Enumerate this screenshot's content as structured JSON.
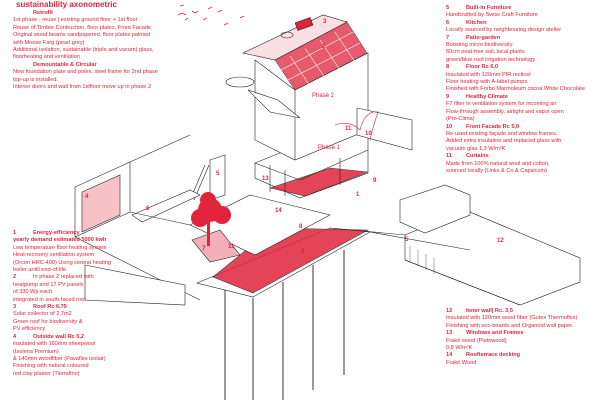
{
  "title": "sustainability axonometric",
  "left_top": {
    "retrofit": {
      "heading": "Retrofit",
      "lines": [
        "1st phase - reuse |  existing ground floor + 1st floor",
        "Reuse of Timber Contruction, floor plates, Front Facade",
        "Original wood beams sandpapered, floor plates painted",
        "with Moose Farg (pearl grey)",
        "Additional isolation, sustainable (triple and vacum) glass,",
        "floorheating and ventilation"
      ]
    },
    "demountable": {
      "heading": "Demountable & Circular",
      "lines": [
        "New foundation plate and poles, steel frame for 2nd phase",
        "top-up is installed.",
        "Interior doors and wall from 1stfloor move up  in phase 2"
      ]
    }
  },
  "left_bottom": [
    {
      "num": "1",
      "heading": "Energy-efficiency",
      "subheading": "yearly demand estimated 5000 kwh",
      "lines": [
        "Low temperature floor heating system",
        "Heat-recovery ventilation system",
        "(Orcon HRC-400) Using central heating",
        "boiler untill end-of-life."
      ]
    },
    {
      "num": "2",
      "heading": "In phase 2 replaced  with",
      "lines": [
        "heatpump and 17 PV panels",
        "of 330 Wp each",
        "integrated in south-faced roof"
      ]
    },
    {
      "num": "3",
      "heading": "Roof Rc 6,75",
      "lines": [
        "Solar collector of 2,7m2",
        "Green roof for biodiversity &",
        "PV efficiency"
      ]
    },
    {
      "num": "4",
      "heading": "Outside wall Rc 5,2",
      "lines": [
        "insulated with 160mm sheepwool",
        "(Isolena Premium)",
        "& 140mm woodfiber (Pavaflex isolair)",
        "Finishing with natural coloured",
        "red clay plaster (Tierrafino)"
      ]
    }
  ],
  "right_top": [
    {
      "num": "5",
      "heading": "Built-in Furniture",
      "lines": [
        "Handcrafted by Swiss Craft Furniture"
      ]
    },
    {
      "num": "6",
      "heading": "Kitchen",
      "lines": [
        "Locally sourced by neighbouring design atelier"
      ]
    },
    {
      "num": "7",
      "heading": "Patio-garden",
      "lines": [
        "Boosting micro biodiversity",
        "60cm peat-free soil, local plants",
        "green/blue roof irrigation technology"
      ]
    },
    {
      "num": "8",
      "heading": "Floor Rc 6,0",
      "lines": [
        "Insulated with 120mm PIR recticel",
        "Floor heating with A-label pumps",
        "Finished with Forbo Marmoleum cocoa White Chocolate"
      ]
    },
    {
      "num": "9",
      "heading": "Healthy Climate",
      "lines": [
        "F7 filter in ventilation system for incoming air",
        "Flow-through assembly, airtight and vapor open",
        "(Pro-Clima)"
      ]
    },
    {
      "num": "10",
      "heading": "Front Facade Rc 5,0",
      "lines": [
        "Re-used existing façade and window frames.",
        "Added extra insulation and replaced glass with",
        "vacuüm glas 1,3 W/m²K"
      ]
    },
    {
      "num": "11",
      "heading": "Curtains",
      "lines": [
        "Made from 100% natural wool and cotton,",
        "sourced locally (Links & Co & Capsicum)"
      ]
    }
  ],
  "right_bottom": [
    {
      "num": "12",
      "heading": "Inner wall| Rc. 3,5",
      "lines": [
        "Insulated with 120mm wood fiber (Gutex Thermoflex)",
        "Finishing with eco-boards and Organoid wall paper."
      ]
    },
    {
      "num": "13",
      "heading": "Windows and Frames",
      "lines": [
        "Fraké wood (Platowood)",
        "0,8 W/m²K"
      ]
    },
    {
      "num": "14",
      "heading": "Roofterrace decking",
      "lines": [
        "Fraké Wood"
      ]
    }
  ],
  "drawing_labels": {
    "phase2": "Phase 2",
    "phase1": "Phase 1",
    "n1": "1",
    "n2": "2",
    "n3": "3",
    "n4": "4",
    "n5a": "5",
    "n5b": "5",
    "n6": "6",
    "n7": "7",
    "n8a": "8",
    "n8b": "8",
    "n9": "9",
    "n10": "10",
    "n11a": "11",
    "n11b": "11",
    "n12": "12",
    "n13": "13",
    "n14": "14"
  },
  "colors": {
    "accent": "#e0243c",
    "line": "#222222"
  }
}
